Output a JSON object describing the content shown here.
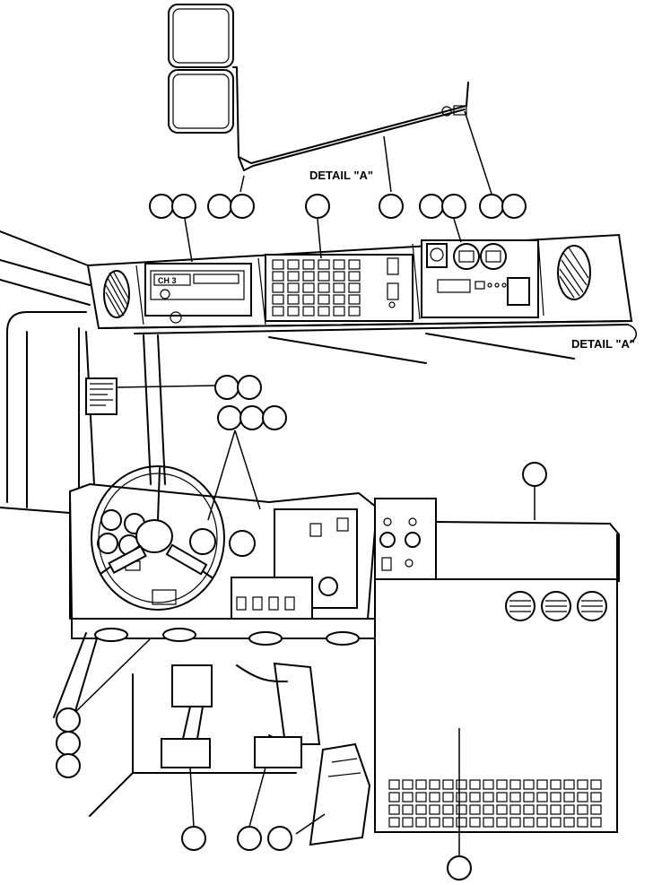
{
  "figure": {
    "detail_label_top": "DETAIL \"A\"",
    "detail_label_right": "DETAIL \"A\"",
    "line_color": "#000000",
    "background_color": "#ffffff"
  },
  "callouts": {
    "count": 24,
    "numbered": false
  },
  "parts": [
    "mirror-assembly",
    "overhead-console",
    "speaker-left",
    "speaker-right",
    "radio",
    "switch-grid-panel",
    "gauge-panel",
    "steering-wheel",
    "instrument-panel",
    "switch-box",
    "storage-cabinet",
    "floor-vents",
    "brake-pedal",
    "accelerator-pedal",
    "foot-pedal",
    "data-plate"
  ]
}
